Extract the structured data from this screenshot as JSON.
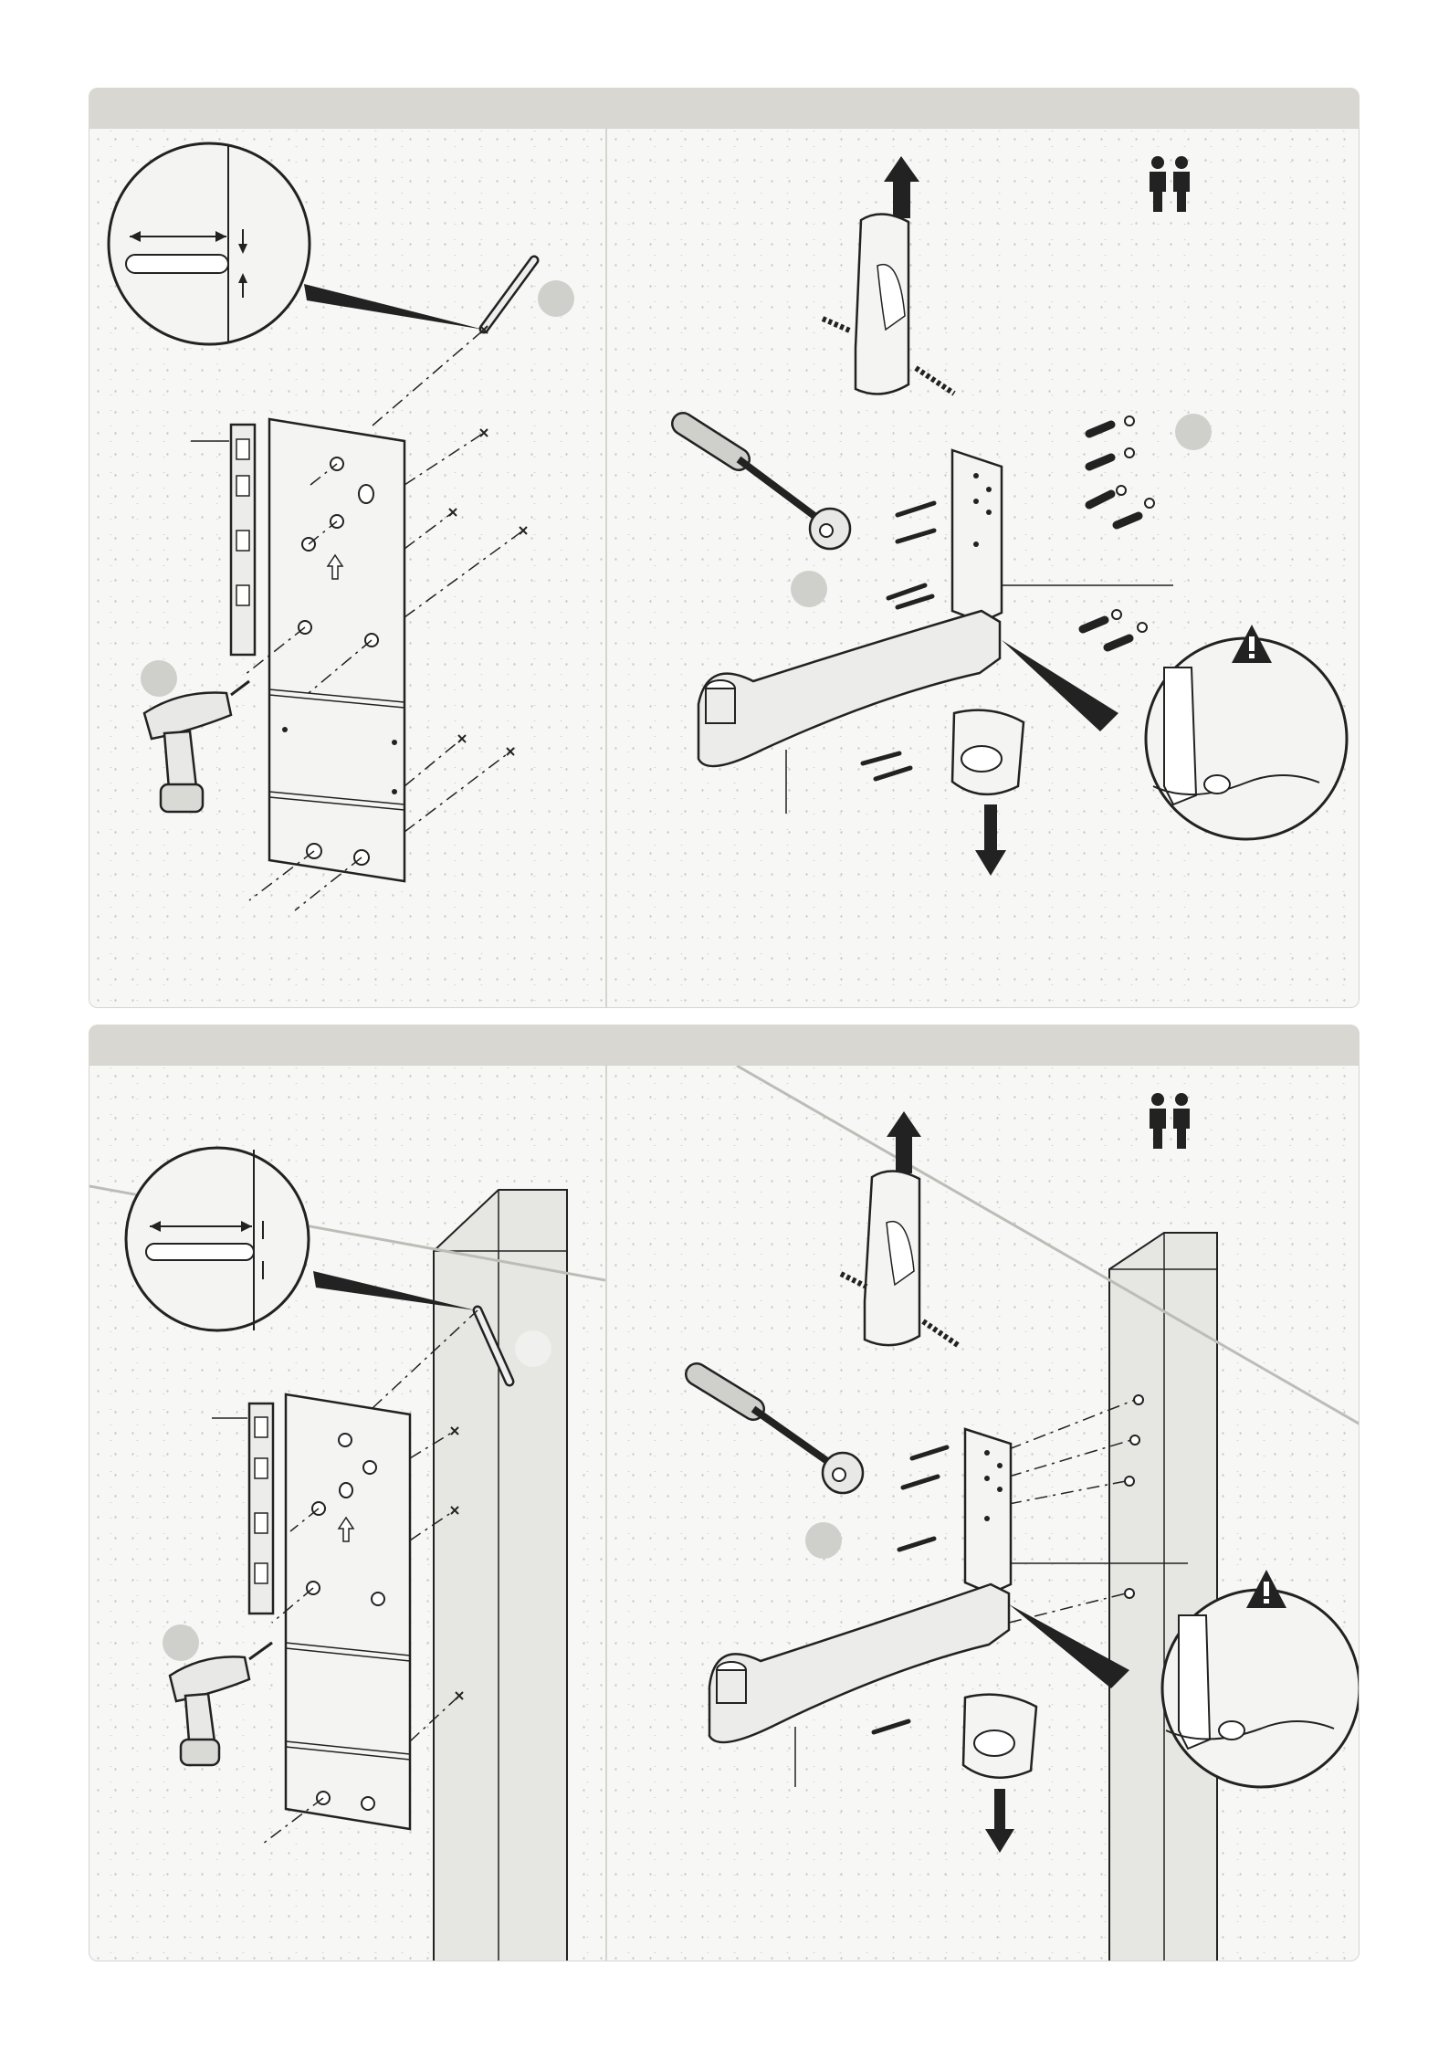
{
  "sections": [
    {
      "id": "step-a",
      "panels": [
        {
          "id": "wall-plate-marking",
          "icons": [
            "level-icon",
            "pencil-icon",
            "drill-icon",
            "magnifier-detail-icon",
            "up-arrow-icon"
          ]
        },
        {
          "id": "bracket-mounting",
          "icons": [
            "two-person-icon",
            "warning-icon",
            "ratchet-wrench-icon",
            "screws-icon",
            "wall-plugs-icon"
          ]
        }
      ]
    },
    {
      "id": "step-b",
      "panels": [
        {
          "id": "wall-plate-marking-wood-stud",
          "icons": [
            "level-icon",
            "pencil-icon",
            "drill-icon",
            "magnifier-detail-icon",
            "up-arrow-icon"
          ]
        },
        {
          "id": "bracket-mounting-wood-stud",
          "icons": [
            "two-person-icon",
            "warning-icon",
            "ratchet-wrench-icon",
            "screws-icon"
          ]
        }
      ]
    }
  ],
  "colors": {
    "header": "#d9d7d2",
    "panel": "#f7f7f5",
    "line": "#222222",
    "marker": "#cfcfcb",
    "stud": "#dcdcd8"
  }
}
